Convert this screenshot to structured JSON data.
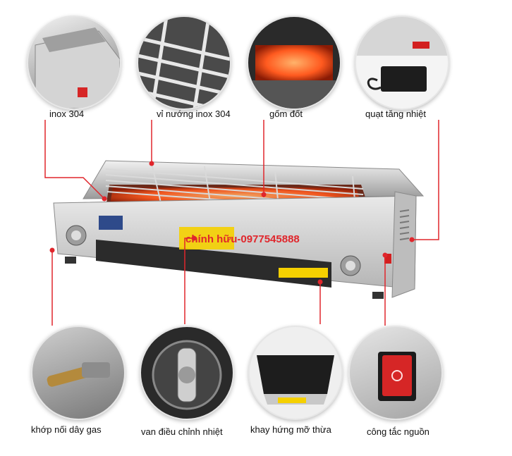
{
  "labels": {
    "top": [
      "inox 304",
      "vỉ nướng inox 304",
      "gốm đốt",
      "quạt tăng nhiệt"
    ],
    "bottom": [
      "khớp nối dây gas",
      "van điều chỉnh nhiệt",
      "khay hứng mỡ thừa",
      "công tắc nguồn"
    ]
  },
  "watermark": "chính hữu-0977545888",
  "colors": {
    "callout_line": "#e0262c",
    "steel": "#c9c9c9",
    "flame": "#ff5a1f"
  }
}
